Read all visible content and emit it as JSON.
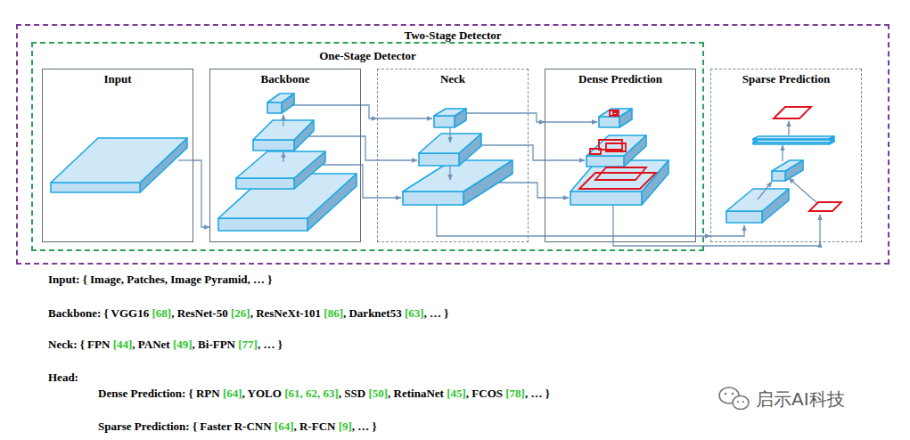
{
  "diagram": {
    "nodes": [
      {
        "text": [
          "Two-Stage Detector"
        ]
      },
      {
        "text": [
          "One-Stage Detector"
        ],
        "in": 0
      },
      {
        "text": [
          "Input"
        ],
        "in": 1
      },
      {
        "text": [
          "Backbone"
        ],
        "in": 1
      },
      {
        "text": [
          "Neck"
        ],
        "in": 1
      },
      {
        "text": [
          "Dense Prediction"
        ],
        "in": 1
      },
      {
        "text": [
          "Sparse Prediction"
        ],
        "in": 0
      }
    ],
    "edges": [
      {
        "from": 2,
        "to": 3,
        "arrow": "to"
      },
      {
        "from": 3,
        "to": 4,
        "arrow": "to"
      },
      {
        "from": 4,
        "to": 5,
        "arrow": "to"
      },
      {
        "from": 5,
        "to": 6,
        "arrow": "to"
      },
      {
        "from": 4,
        "to": 6,
        "arrow": "to"
      }
    ],
    "labels": [
      "Input: { Image, Patches, Image Pyramid, … }",
      "Backbone: { VGG16",
      "[68]",
      ", ResNet-50",
      "[26]",
      ", ResNeXt-101",
      "[86]",
      ", Darknet53",
      "[63]",
      ", … }",
      "Neck: { FPN",
      "[44]",
      ", PANet",
      "[49]",
      ", Bi-FPN",
      "[77]",
      ", … }",
      "Head:",
      "Dense Prediction: { RPN",
      "[64]",
      ", YOLO",
      "[61, 62, 63]",
      ", SSD",
      "[50]",
      ", RetinaNet",
      "[45]",
      ", FCOS",
      "[78]",
      ", … }",
      "Sparse Prediction: { Faster R-CNN",
      "[64]",
      ", R-FCN",
      "[9]",
      ", … }",
      "启示AI科技"
    ]
  }
}
